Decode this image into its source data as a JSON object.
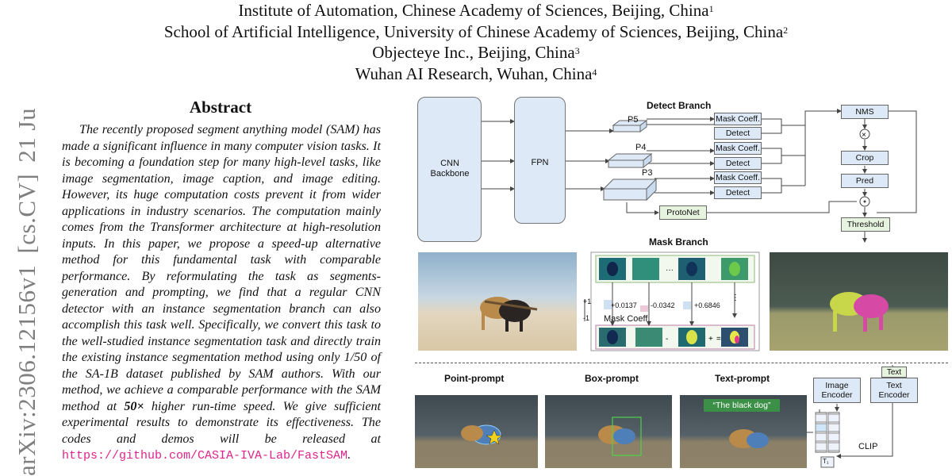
{
  "arxiv_id": "arXiv:2306.12156v1",
  "arxiv_category": "[cs.CV]",
  "arxiv_date": "21 Ju",
  "affiliations": [
    {
      "text": "Institute of Automation, Chinese Academy of Sciences, Beijing, China",
      "sup": "1"
    },
    {
      "text": "School of Artificial Intelligence, University of Chinese Academy of Sciences, Beijing, China",
      "sup": "2"
    },
    {
      "text": "Objecteye Inc., Beijing, China",
      "sup": "3"
    },
    {
      "text": "Wuhan AI Research, Wuhan, China",
      "sup": "4"
    }
  ],
  "abstract": {
    "title": "Abstract",
    "part1": "The recently proposed segment anything model (SAM) has made a significant influence in many computer vision tasks. It is becoming a foundation step for many high-level tasks, like image segmentation, image caption, and image editing. However, its huge computation costs prevent it from wider applications in industry scenarios. The computation mainly comes from the Transformer architecture at high-resolution inputs. In this paper, we propose a speed-up alternative method for this fundamental task with comparable performance. By reformulating the task as segments-generation and prompting, we find that a regular CNN detector with an instance segmentation branch can also accomplish this task well. Specifically, we convert this task to the well-studied instance segmentation task and directly train the existing instance segmentation method using only 1/50 of the SA-1B dataset published by SAM authors. With our method, we achieve a comparable performance with the SAM method at ",
    "bold": "50×",
    "part2": " higher run-time speed. We give sufficient experimental results to demonstrate its effectiveness. The codes and demos will be released at ",
    "link": "https://github.com/CASIA-IVA-Lab/FastSAM",
    "end": "."
  },
  "figure": {
    "cnn_backbone": "CNN\nBackbone",
    "fpn": "FPN",
    "detect_branch": "Detect Branch",
    "mask_branch": "Mask Branch",
    "p5": "P5",
    "p4": "P4",
    "p3": "P3",
    "mask_coeff": "Mask Coeff.",
    "detect": "Detect",
    "protonet": "ProtoNet",
    "nms": "NMS",
    "crop": "Crop",
    "pred": "Pred",
    "threshold": "Threshold",
    "plus_one": "+1",
    "minus_one": "-1",
    "coeff_values": [
      "+0.0137",
      "-0.0342",
      "+0.6846"
    ],
    "coeff_label": "Mask Coeff.",
    "point_prompt": "Point-prompt",
    "box_prompt": "Box-prompt",
    "text_prompt": "Text-prompt",
    "text_prompt_example": "“The black dog”",
    "image_encoder": "Image\nEncoder",
    "text_top": "Text",
    "text_encoder": "Text\nEncoder",
    "clip": "CLIP",
    "t1": "T₁"
  },
  "colors": {
    "block_fill": "#dde9f6",
    "green_fill": "#e6f3df",
    "link": "#e0238a",
    "stamp": "#7f7f7f"
  }
}
